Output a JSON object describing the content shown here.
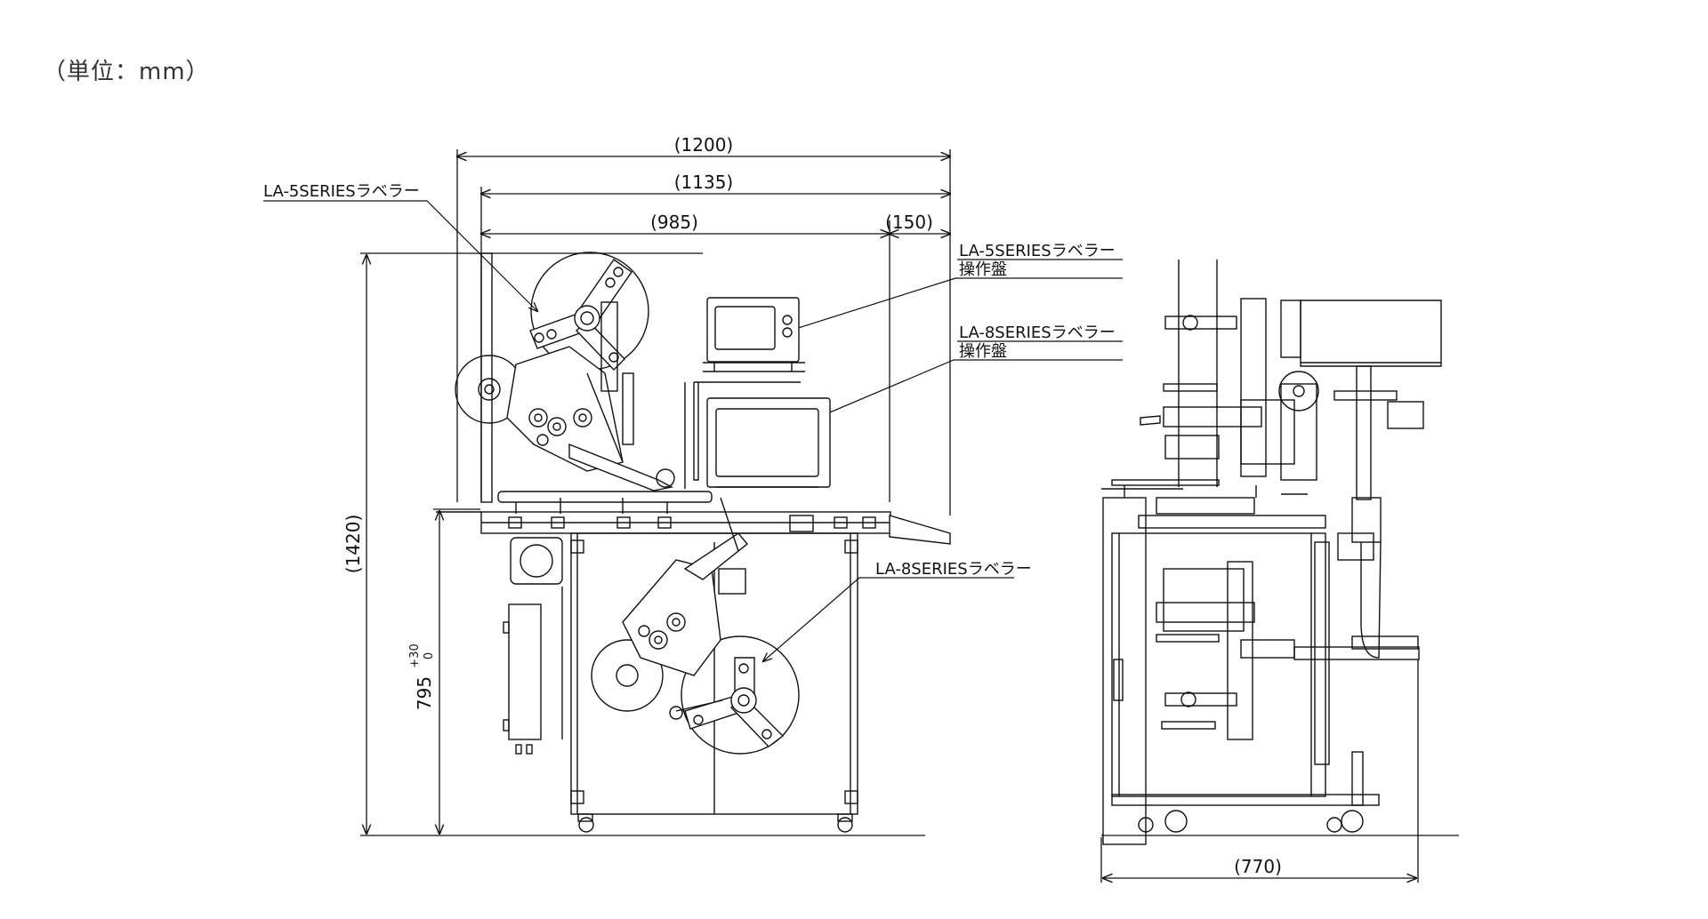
{
  "unit_note": "（単位：mm）",
  "dimensions": {
    "overall_width": "(1200)",
    "frame_width": "(1135)",
    "conveyor_width": "(985)",
    "overhang": "(150)",
    "overall_height": "(1420)",
    "table_height": "795",
    "table_tol_upper": "+30",
    "table_tol_lower": "0",
    "depth": "(770)"
  },
  "labels": {
    "la5_labeler_left": "LA-5SERIESラベラー",
    "la5_panel_line1": "LA-5SERIESラベラー",
    "la5_panel_line2": "操作盤",
    "la8_panel_line1": "LA-8SERIESラベラー",
    "la8_panel_line2": "操作盤",
    "la8_labeler": "LA-8SERIESラベラー"
  }
}
